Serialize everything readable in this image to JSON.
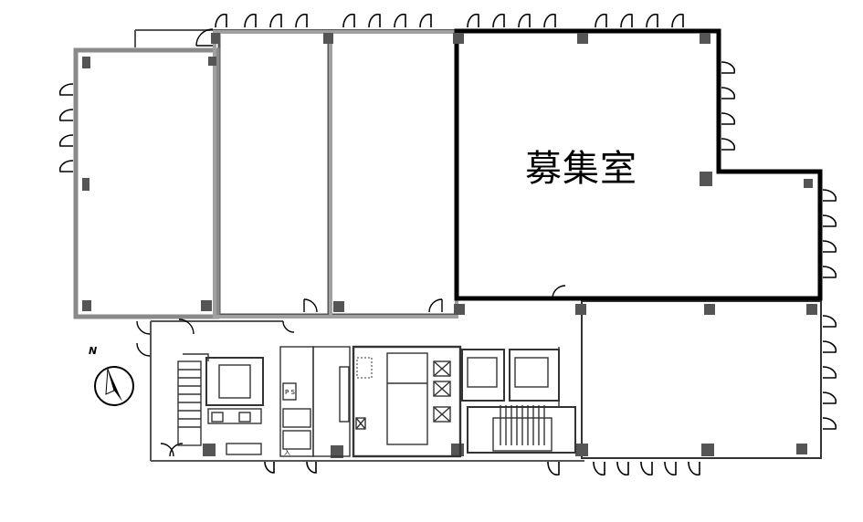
{
  "vacant_label": "募集室",
  "compass_label": "N",
  "ps_label": "P S",
  "entrance_label": "入"
}
